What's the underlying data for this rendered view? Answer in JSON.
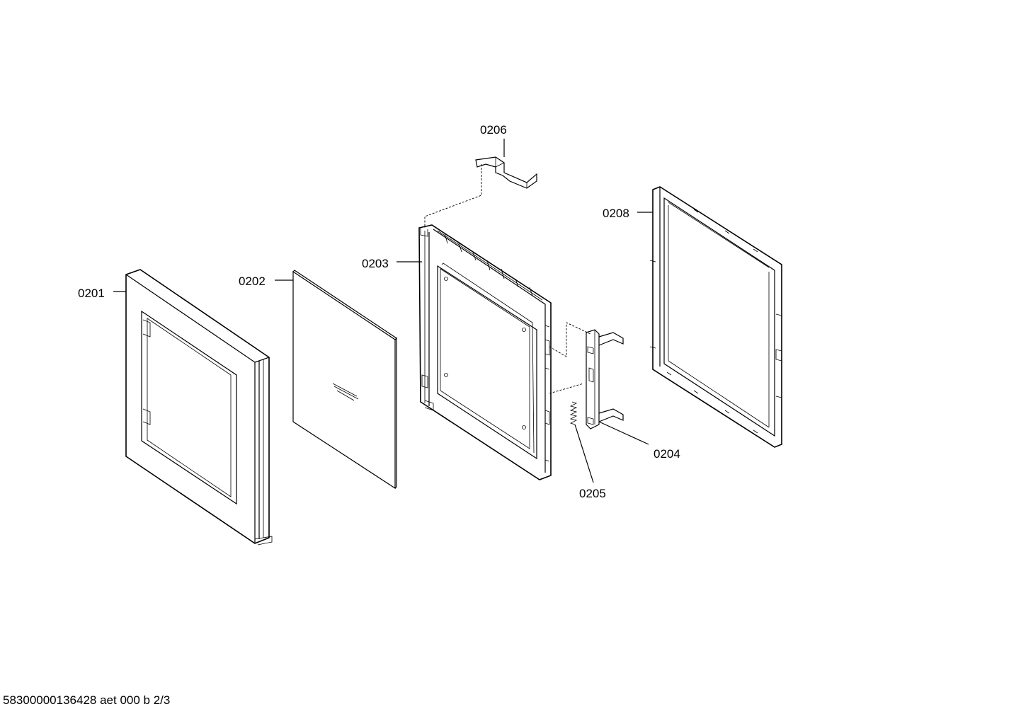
{
  "diagram": {
    "parts": [
      {
        "id": "0201",
        "label": "0201"
      },
      {
        "id": "0202",
        "label": "0202"
      },
      {
        "id": "0203",
        "label": "0203"
      },
      {
        "id": "0204",
        "label": "0204"
      },
      {
        "id": "0205",
        "label": "0205"
      },
      {
        "id": "0206",
        "label": "0206"
      },
      {
        "id": "0208",
        "label": "0208"
      }
    ]
  },
  "footer": {
    "text": "58300000136428 aet 000 b 2/3"
  }
}
